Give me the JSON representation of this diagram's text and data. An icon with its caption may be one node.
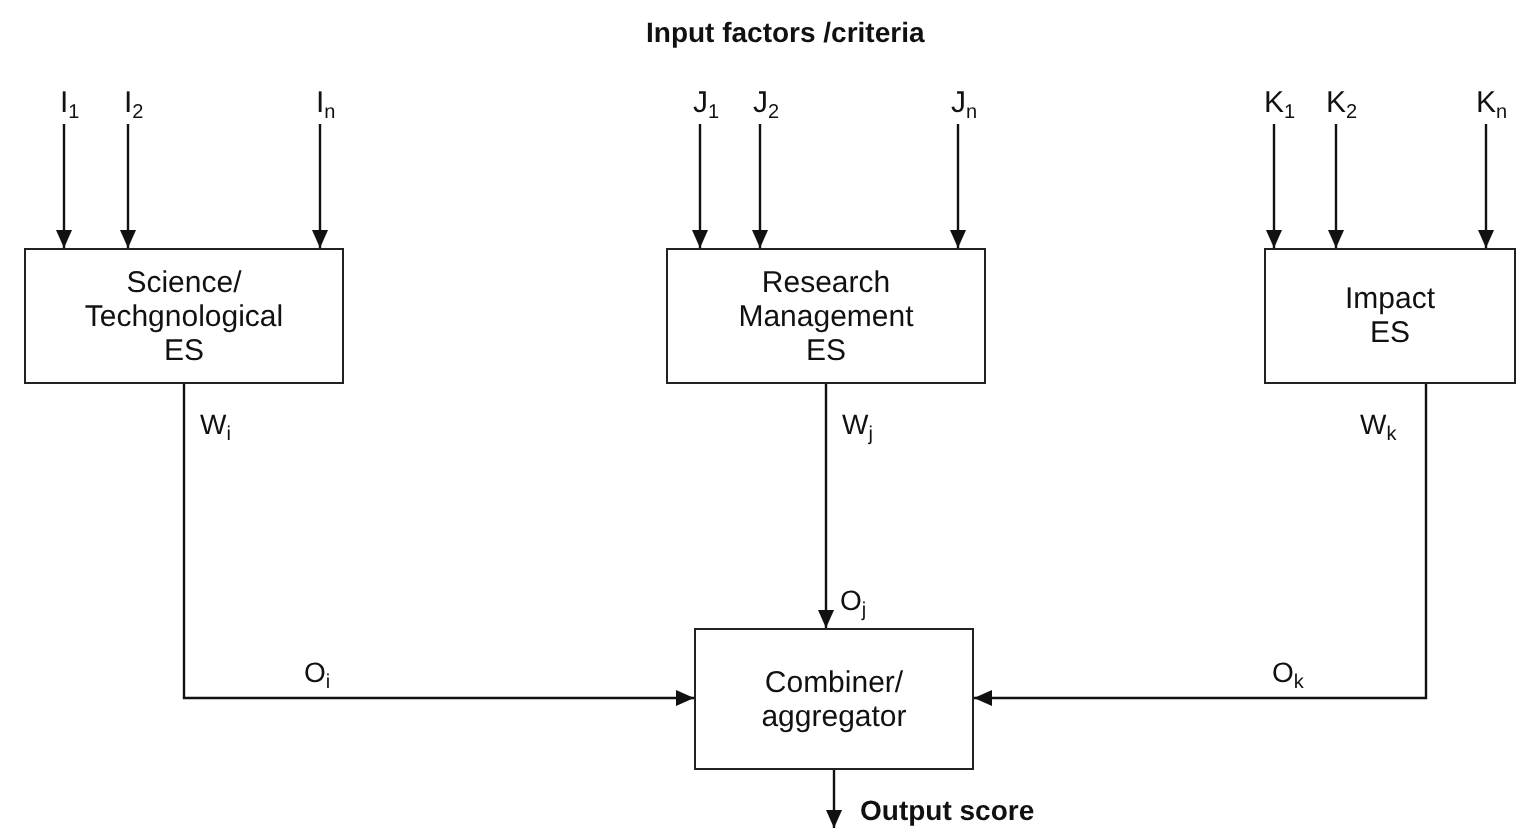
{
  "diagram": {
    "title": "Input factors /criteria",
    "nodes": [
      {
        "text": [
          "I$_{1}$"
        ]
      },
      {
        "text": [
          "I$_{2}$"
        ]
      },
      {
        "text": [
          "I$_{n}$"
        ]
      },
      {
        "text": [
          "J$_{1}$"
        ]
      },
      {
        "text": [
          "J$_{2}$"
        ]
      },
      {
        "text": [
          "J$_{n}$"
        ]
      },
      {
        "text": [
          "K$_{1}$"
        ]
      },
      {
        "text": [
          "K$_{2}$"
        ]
      },
      {
        "text": [
          "K$_{n}$"
        ]
      },
      {
        "text": [
          "Science/ Techgnological ES"
        ]
      },
      {
        "text": [
          "Research Management ES"
        ]
      },
      {
        "text": [
          "Impact ES"
        ]
      },
      {
        "text": [
          "Combiner/ aggregator"
        ]
      },
      {
        "text": [
          "Output score"
        ]
      }
    ],
    "edges": [
      {
        "from": 0,
        "to": 9,
        "arrow": "to"
      },
      {
        "from": 1,
        "to": 9,
        "arrow": "to"
      },
      {
        "from": 2,
        "to": 9,
        "arrow": "to"
      },
      {
        "from": 3,
        "to": 10,
        "arrow": "to"
      },
      {
        "from": 4,
        "to": 10,
        "arrow": "to"
      },
      {
        "from": 5,
        "to": 10,
        "arrow": "to"
      },
      {
        "from": 6,
        "to": 11,
        "arrow": "to"
      },
      {
        "from": 7,
        "to": 11,
        "arrow": "to"
      },
      {
        "from": 8,
        "to": 11,
        "arrow": "to"
      },
      {
        "from": 9,
        "to": 12,
        "arrow": "to"
      },
      {
        "from": 10,
        "to": 12,
        "arrow": "to"
      },
      {
        "from": 11,
        "to": 12,
        "arrow": "to"
      },
      {
        "from": 12,
        "to": 13,
        "arrow": "to"
      }
    ],
    "labels": [
      "W$_{i}$",
      "W$_{j}$",
      "W$_{k}$",
      "O$_{j}$",
      "O$_{i}$",
      "O$_{k}$"
    ]
  }
}
